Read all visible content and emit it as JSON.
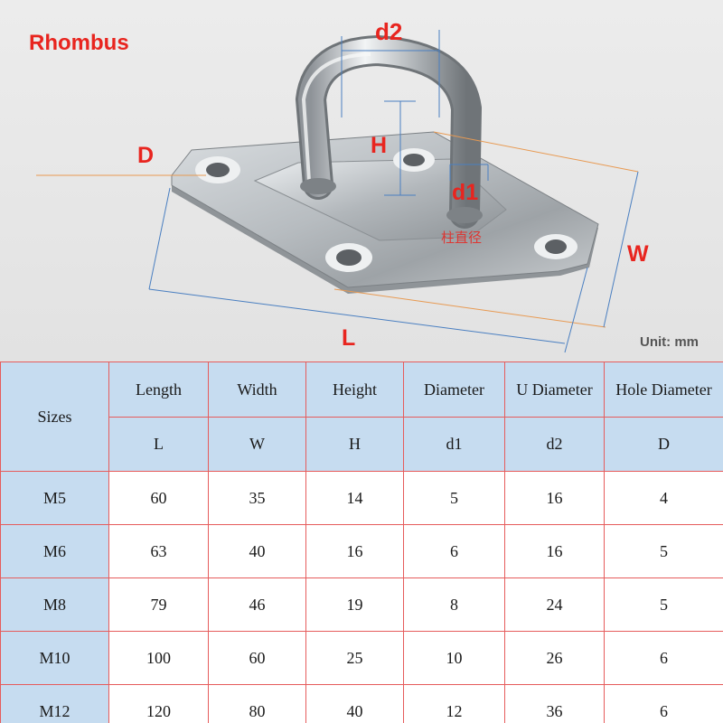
{
  "diagram": {
    "title": "Rhombus",
    "labels": {
      "d2": "d2",
      "H": "H",
      "D": "D",
      "d1": "d1",
      "W": "W",
      "L": "L",
      "column_diameter_cn": "柱直径"
    },
    "unit": "Unit: mm"
  },
  "table": {
    "header_row1": [
      "Sizes",
      "Length",
      "Width",
      "Height",
      "Diameter",
      "U Diameter",
      "Hole Diameter"
    ],
    "header_row2": [
      "L",
      "W",
      "H",
      "d1",
      "d2",
      "D"
    ],
    "rows": [
      [
        "M5",
        "60",
        "35",
        "14",
        "5",
        "16",
        "4"
      ],
      [
        "M6",
        "63",
        "40",
        "16",
        "6",
        "16",
        "5"
      ],
      [
        "M8",
        "79",
        "46",
        "19",
        "8",
        "24",
        "5"
      ],
      [
        "M10",
        "100",
        "60",
        "25",
        "10",
        "26",
        "6"
      ],
      [
        "M12",
        "120",
        "80",
        "40",
        "12",
        "36",
        "6"
      ]
    ]
  },
  "colors": {
    "label_red": "#e8251f",
    "header_blue": "#c6dcf0",
    "border_red": "#e65c5c"
  }
}
